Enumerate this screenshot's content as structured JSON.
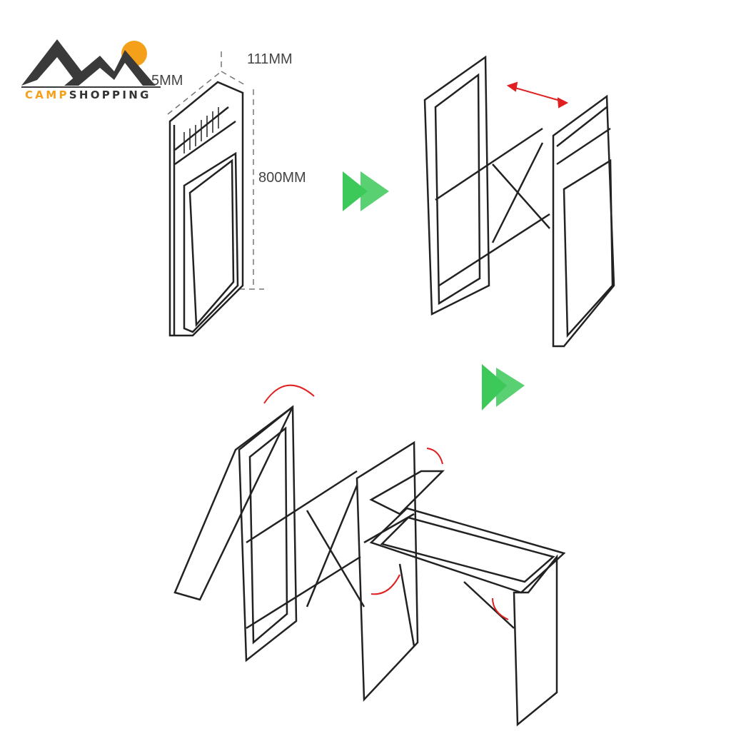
{
  "logo": {
    "part1": "CAMP",
    "part2": "SHOPPING"
  },
  "dimensions": {
    "depth": "5MM",
    "width": "111MM",
    "height": "800MM"
  },
  "colors": {
    "frame": "#222222",
    "arrow_green": "#3cc95a",
    "arrow_red": "#e02020",
    "logo_orange": "#f5a01a",
    "logo_dark": "#3a3a3a"
  }
}
